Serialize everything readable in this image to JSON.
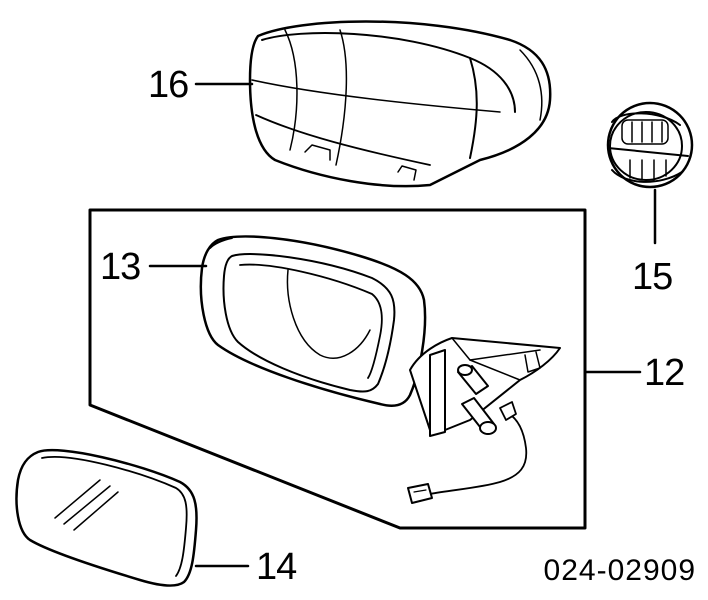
{
  "callouts": {
    "c16": "16",
    "c15": "15",
    "c13": "13",
    "c12": "12",
    "c14": "14"
  },
  "reference_code": "024-02909"
}
